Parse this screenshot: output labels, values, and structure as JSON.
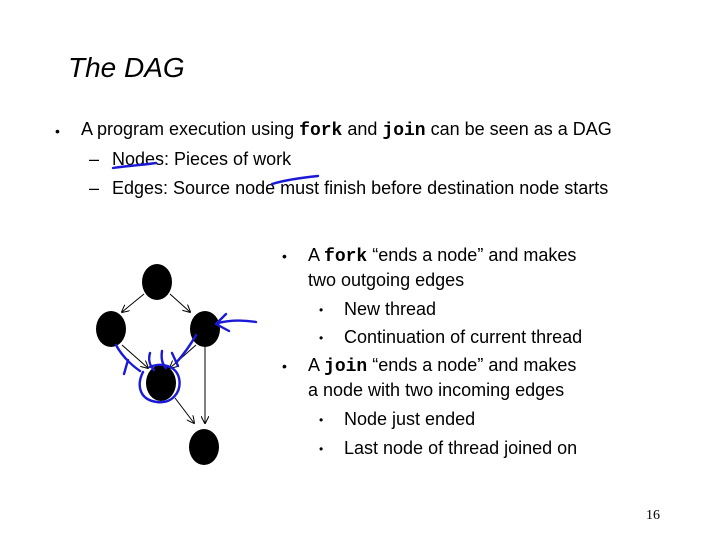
{
  "slide": {
    "title": "The DAG",
    "bullet_char": "•",
    "dash_char": "–",
    "main_bullet": {
      "part1": "A program execution using ",
      "code1": "fork",
      "part2": " and ",
      "code2": "join",
      "part3": " can be seen as a DAG"
    },
    "sub_bullets": [
      "Nodes: Pieces of work",
      "Edges: Source node must finish before destination node starts"
    ],
    "right_bullets": [
      {
        "prefix": "A ",
        "code": "fork",
        "rest_line1": " “ends a node” and makes",
        "line2": "two outgoing edges",
        "subs": [
          "New thread",
          "Continuation of current thread"
        ]
      },
      {
        "prefix": "A ",
        "code": "join",
        "rest_line1": " “ends a node” and makes",
        "line2": "a node with two incoming edges",
        "subs": [
          "Node just ended",
          "Last node of thread joined on"
        ]
      }
    ],
    "page_number": "16",
    "colors": {
      "text": "#000000",
      "annotation_ink": "#1a1ad6",
      "node_fill": "#000000"
    }
  }
}
